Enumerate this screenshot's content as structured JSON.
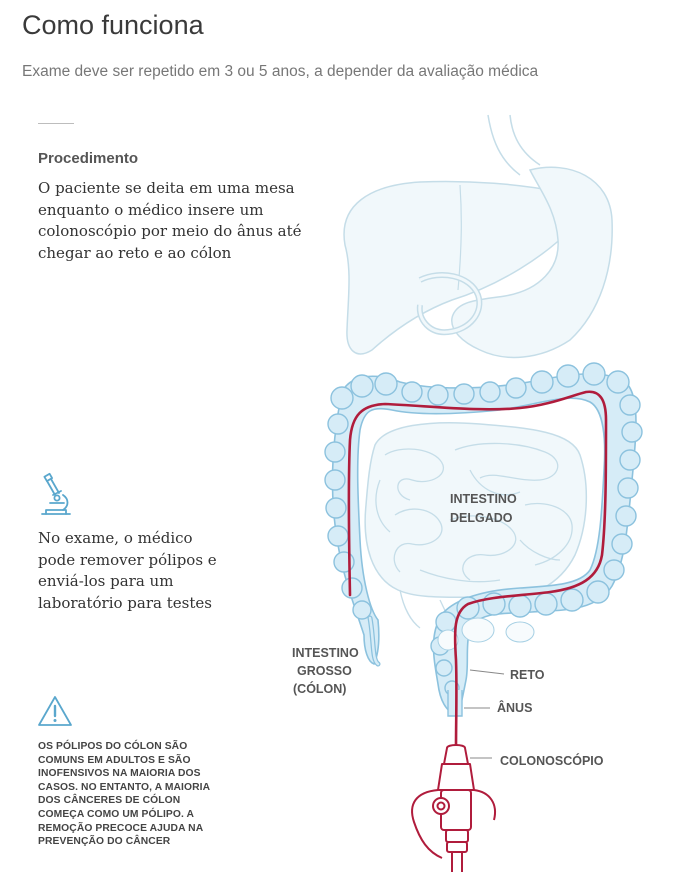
{
  "header": {
    "title": "Como funciona",
    "subtitle": "Exame deve ser repetido em 3 ou 5 anos, a depender da avaliação médica"
  },
  "procedure": {
    "heading": "Procedimento",
    "lines": [
      "O paciente se deita em uma mesa",
      "enquanto o médico insere um",
      "colonoscópio por meio do ânus até",
      "chegar ao reto e ao cólon"
    ]
  },
  "lab_note": {
    "icon": "microscope-icon",
    "lines": [
      "No exame, o médico",
      "pode remover pólipos e",
      "enviá-los para um",
      "laboratório para testes"
    ]
  },
  "warning": {
    "icon": "warning-icon",
    "lines": [
      "OS PÓLIPOS DO CÓLON SÃO",
      "COMUNS EM ADULTOS E SÃO",
      "INOFENSIVOS NA MAIORIA DOS",
      "CASOS. NO ENTANTO, A MAIORIA",
      "DOS CÂNCERES DE CÓLON",
      "COMEÇA COMO UM PÓLIPO. A",
      "REMOÇÃO PRECOCE AJUDA NA",
      "PREVENÇÃO DO CÂNCER"
    ]
  },
  "diagram": {
    "labels": {
      "small_intestine": [
        "INTESTINO",
        "DELGADO"
      ],
      "large_intestine": [
        "INTESTINO",
        "GROSSO",
        "(CÓLON)"
      ],
      "rectum": "RETO",
      "anus": "ÂNUS",
      "colonoscope": "COLONOSCÓPIO"
    },
    "colors": {
      "organ_fill": "#f1f8fb",
      "organ_stroke": "#c5dde8",
      "colon_fill": "#d6ecf7",
      "colon_stroke": "#8cc2de",
      "scope": "#b01c3c",
      "icon": "#5aa7cd"
    }
  }
}
